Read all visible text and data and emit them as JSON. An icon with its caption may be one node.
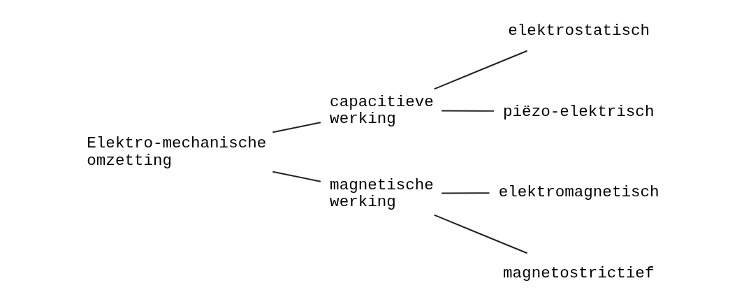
{
  "diagram": {
    "nodes": [
      {
        "text": [
          "Elektro-mechanische omzetting"
        ]
      },
      {
        "text": [
          "capacitieve werking"
        ]
      },
      {
        "text": [
          "magnetische werking"
        ]
      },
      {
        "text": [
          "elektrostatisch"
        ]
      },
      {
        "text": [
          "piëzo-elektrisch"
        ]
      },
      {
        "text": [
          "elektromagnetisch"
        ]
      },
      {
        "text": [
          "magnetostrictief"
        ]
      }
    ],
    "edges": [
      {
        "from": 0,
        "to": 1,
        "arrow": "none"
      },
      {
        "from": 0,
        "to": 2,
        "arrow": "none"
      },
      {
        "from": 1,
        "to": 3,
        "arrow": "none"
      },
      {
        "from": 1,
        "to": 4,
        "arrow": "none"
      },
      {
        "from": 2,
        "to": 5,
        "arrow": "none"
      },
      {
        "from": 2,
        "to": 6,
        "arrow": "none"
      }
    ]
  }
}
